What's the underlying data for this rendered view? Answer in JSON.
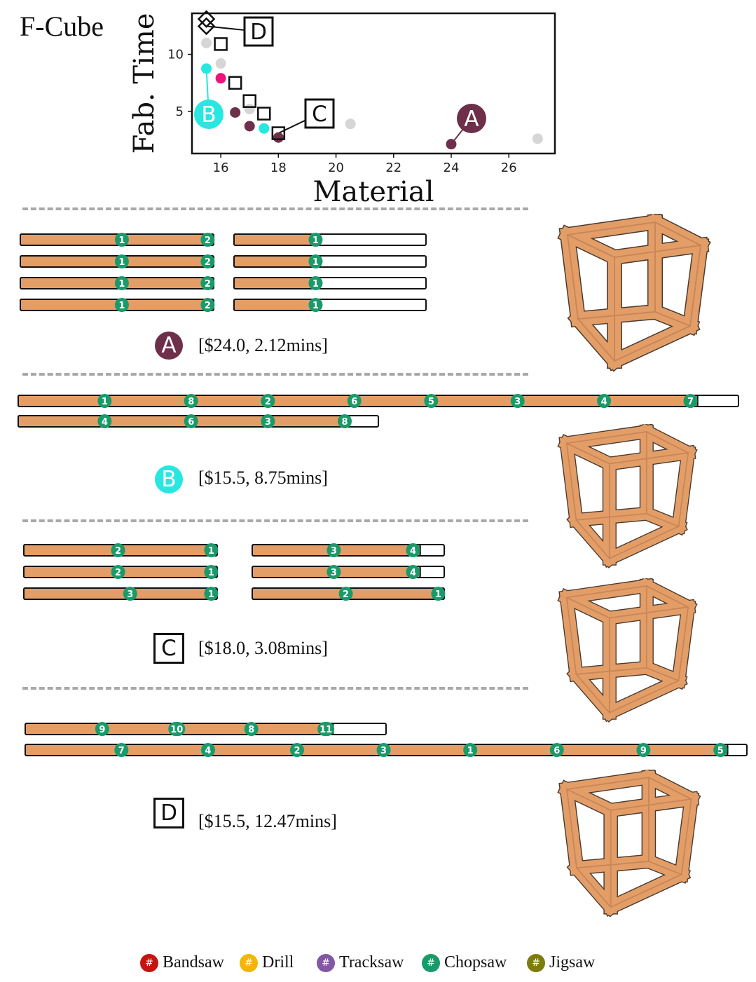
{
  "title": "F-Cube",
  "colors": {
    "wood": "#e39e68",
    "stock": "#ffffff",
    "marker": "#1a9a6a",
    "plan_a": "#6e2f4a",
    "plan_b": "#28e6e0",
    "gray": "#d6d6d6",
    "pink": "#f0137d",
    "bandsaw": "#c2160f",
    "drill": "#f2b509",
    "tracksaw": "#8457a6",
    "chopsaw": "#1a9a6a",
    "jigsaw": "#7d7d0f"
  },
  "chart_data": {
    "type": "scatter",
    "xlabel": "Material",
    "ylabel": "Fab. Time",
    "xlim": [
      15,
      27.6
    ],
    "ylim": [
      1.3,
      13.6
    ],
    "xticks": [
      16,
      18,
      20,
      22,
      24,
      26
    ],
    "yticks": [
      5,
      10
    ],
    "series": [
      {
        "marker": "circle",
        "color": "#d6d6d6",
        "points": [
          [
            15.5,
            11.0
          ],
          [
            16.0,
            9.2
          ],
          [
            17.0,
            5.2
          ],
          [
            20.5,
            3.9
          ],
          [
            27.0,
            2.6
          ]
        ]
      },
      {
        "marker": "circle",
        "color": "#6e2f4a",
        "points": [
          [
            16.5,
            4.9
          ],
          [
            17.0,
            3.7
          ],
          [
            18.0,
            2.7
          ],
          [
            24.0,
            2.12
          ]
        ]
      },
      {
        "marker": "circle",
        "color": "#28e6e0",
        "points": [
          [
            15.5,
            8.75
          ],
          [
            17.5,
            3.5
          ]
        ]
      },
      {
        "marker": "circle",
        "color": "#f0137d",
        "points": [
          [
            16.0,
            7.9
          ]
        ]
      },
      {
        "marker": "square",
        "color": "#111111",
        "points": [
          [
            16.0,
            10.9
          ],
          [
            16.5,
            7.5
          ],
          [
            17.0,
            5.9
          ],
          [
            17.5,
            4.8
          ],
          [
            18.0,
            3.08
          ]
        ]
      },
      {
        "marker": "diamond",
        "color": "#111111",
        "points": [
          [
            15.5,
            13.1
          ],
          [
            15.5,
            12.47
          ]
        ]
      }
    ],
    "annotations": [
      {
        "label": "A",
        "point": [
          24.0,
          2.12
        ],
        "style": "circle",
        "color": "#6e2f4a"
      },
      {
        "label": "B",
        "point": [
          15.5,
          8.75
        ],
        "style": "circle",
        "color": "#28e6e0"
      },
      {
        "label": "C",
        "point": [
          18.0,
          3.08
        ],
        "style": "box",
        "color": "#111111"
      },
      {
        "label": "D",
        "point": [
          15.5,
          12.47
        ],
        "style": "box",
        "color": "#111111"
      }
    ]
  },
  "plans": [
    {
      "id": "A",
      "label": "[$24.0, 2.12mins]",
      "boards": [
        {
          "length": 8,
          "fill": 8,
          "markers": [
            {
              "n": "1",
              "pos": 4.2
            },
            {
              "n": "2",
              "pos": 7.75
            }
          ]
        },
        {
          "length": 8,
          "fill": 8,
          "markers": [
            {
              "n": "1",
              "pos": 4.2
            },
            {
              "n": "2",
              "pos": 7.75
            }
          ]
        },
        {
          "length": 8,
          "fill": 8,
          "markers": [
            {
              "n": "1",
              "pos": 4.2
            },
            {
              "n": "2",
              "pos": 7.75
            }
          ]
        },
        {
          "length": 8,
          "fill": 8,
          "markers": [
            {
              "n": "1",
              "pos": 4.2
            },
            {
              "n": "2",
              "pos": 7.75
            }
          ]
        },
        {
          "length": 8,
          "fill": 3.4,
          "markers": [
            {
              "n": "1",
              "pos": 3.4
            }
          ]
        },
        {
          "length": 8,
          "fill": 3.4,
          "markers": [
            {
              "n": "1",
              "pos": 3.4
            }
          ]
        },
        {
          "length": 8,
          "fill": 3.4,
          "markers": [
            {
              "n": "1",
              "pos": 3.4
            }
          ]
        },
        {
          "length": 8,
          "fill": 3.4,
          "markers": [
            {
              "n": "1",
              "pos": 3.4
            }
          ]
        }
      ]
    },
    {
      "id": "B",
      "label": "[$15.5, 8.75mins]",
      "boards": [
        {
          "length": 30,
          "fill": 28.3,
          "markers": [
            {
              "n": "1",
              "pos": 3.6
            },
            {
              "n": "8",
              "pos": 7.2
            },
            {
              "n": "2",
              "pos": 10.4
            },
            {
              "n": "6",
              "pos": 14.0
            },
            {
              "n": "5",
              "pos": 17.2
            },
            {
              "n": "3",
              "pos": 20.8
            },
            {
              "n": "4",
              "pos": 24.4
            },
            {
              "n": "7",
              "pos": 28.0
            }
          ]
        },
        {
          "length": 15,
          "fill": 13.8,
          "markers": [
            {
              "n": "4",
              "pos": 3.6
            },
            {
              "n": "6",
              "pos": 7.2
            },
            {
              "n": "3",
              "pos": 10.4
            },
            {
              "n": "8",
              "pos": 13.6
            }
          ]
        }
      ]
    },
    {
      "id": "C",
      "label": "[$18.0, 3.08mins]",
      "boards": [
        {
          "length": 8,
          "fill": 8,
          "markers": [
            {
              "n": "2",
              "pos": 3.9
            },
            {
              "n": "1",
              "pos": 7.75
            }
          ]
        },
        {
          "length": 8,
          "fill": 8,
          "markers": [
            {
              "n": "2",
              "pos": 3.9
            },
            {
              "n": "1",
              "pos": 7.75
            }
          ]
        },
        {
          "length": 8,
          "fill": 8,
          "markers": [
            {
              "n": "3",
              "pos": 4.4
            },
            {
              "n": "1",
              "pos": 7.75
            }
          ]
        },
        {
          "length": 8,
          "fill": 7.0,
          "markers": [
            {
              "n": "3",
              "pos": 3.4
            },
            {
              "n": "4",
              "pos": 6.7
            }
          ]
        },
        {
          "length": 8,
          "fill": 7.0,
          "markers": [
            {
              "n": "3",
              "pos": 3.4
            },
            {
              "n": "4",
              "pos": 6.7
            }
          ]
        },
        {
          "length": 8,
          "fill": 8,
          "markers": [
            {
              "n": "2",
              "pos": 3.9
            },
            {
              "n": "1",
              "pos": 7.75
            }
          ]
        }
      ]
    },
    {
      "id": "D",
      "label": "[$15.5, 12.47mins]",
      "boards": [
        {
          "length": 15,
          "fill": 12.8,
          "markers": [
            {
              "n": "9",
              "pos": 3.2
            },
            {
              "n": "10",
              "pos": 6.3
            },
            {
              "n": "8",
              "pos": 9.4
            },
            {
              "n": "11",
              "pos": 12.5
            }
          ]
        },
        {
          "length": 30,
          "fill": 29.2,
          "markers": [
            {
              "n": "7",
              "pos": 4.0
            },
            {
              "n": "4",
              "pos": 7.6
            },
            {
              "n": "2",
              "pos": 11.3
            },
            {
              "n": "3",
              "pos": 14.9
            },
            {
              "n": "1",
              "pos": 18.5
            },
            {
              "n": "6",
              "pos": 22.1
            },
            {
              "n": "9",
              "pos": 25.7
            },
            {
              "n": "5",
              "pos": 28.9
            }
          ]
        }
      ]
    }
  ],
  "legend": {
    "symbol": "#",
    "items": [
      {
        "name": "Bandsaw",
        "color": "#c2160f"
      },
      {
        "name": "Drill",
        "color": "#f2b509"
      },
      {
        "name": "Tracksaw",
        "color": "#8457a6"
      },
      {
        "name": "Chopsaw",
        "color": "#1a9a6a"
      },
      {
        "name": "Jigsaw",
        "color": "#7d7d0f"
      }
    ]
  }
}
